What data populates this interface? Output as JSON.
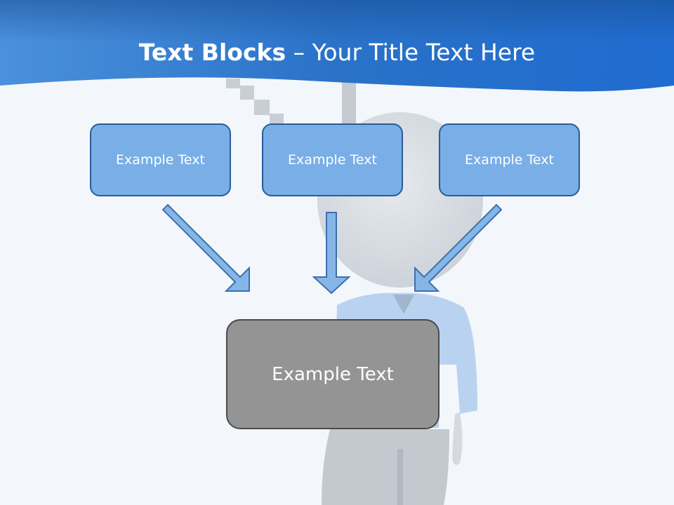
{
  "title": {
    "bold": "Text Blocks",
    "dash": " – ",
    "rest": "Your Title Text Here"
  },
  "blocks": [
    {
      "label": "Example Text"
    },
    {
      "label": "Example Text"
    },
    {
      "label": "Example Text"
    }
  ],
  "center_block": {
    "label": "Example Text"
  },
  "colors": {
    "header_blue": "#2b78d0",
    "box_fill": "#7aaee6",
    "box_border": "#2a5a9a",
    "center_fill": "#949494",
    "arrow_fill": "#86b5e8"
  }
}
